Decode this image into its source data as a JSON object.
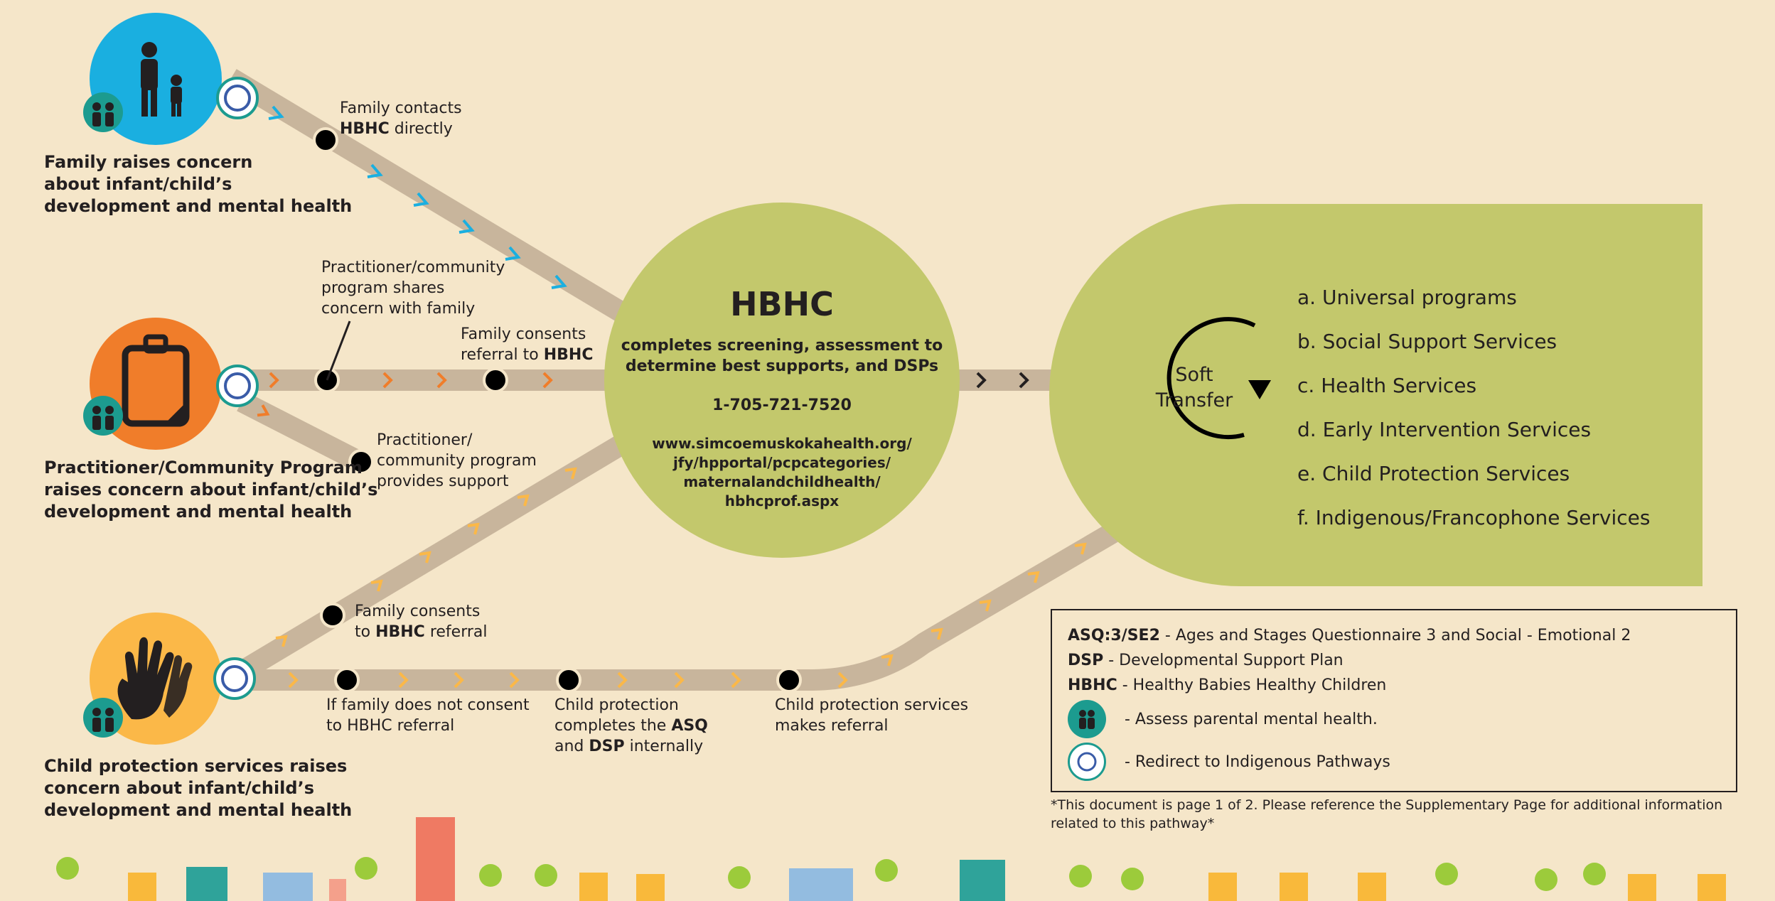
{
  "sources": {
    "family": {
      "lines": [
        "Family raises concern",
        "about infant/child’s",
        "development and mental health"
      ]
    },
    "practitioner": {
      "lines": [
        "Practitioner/Community Program",
        "raises concern about infant/child’s",
        "development and mental health"
      ]
    },
    "child_protection": {
      "lines": [
        "Child protection services raises",
        "concern about infant/child’s",
        "development and mental health"
      ]
    }
  },
  "steps": {
    "family_contacts": {
      "l1": "Family contacts",
      "bold": "HBHC",
      "rest": " directly"
    },
    "shares_concern": {
      "lines": [
        "Practitioner/community",
        "program shares",
        "concern with family"
      ]
    },
    "family_consents_referral": {
      "l1": "Family consents",
      "l2_pre": "referral to ",
      "bold": "HBHC"
    },
    "provides_support": {
      "lines": [
        "Practitioner/",
        "community program",
        "provides support"
      ]
    },
    "cp_family_consents": {
      "l1": "Family consents",
      "l2_pre": "to ",
      "bold": "HBHC",
      "l2_post": " referral"
    },
    "no_consent": {
      "lines": [
        "If family does not consent",
        "to HBHC referral"
      ]
    },
    "cp_completes": {
      "l1": "Child protection",
      "l2_pre": "completes the ",
      "bold1": "ASQ",
      "l3_pre": "and ",
      "bold2": "DSP",
      "l3_post": " internally"
    },
    "cp_makes_referral": {
      "lines": [
        "Child protection services",
        "makes referral"
      ]
    }
  },
  "hbhc": {
    "title": "HBHC",
    "desc_lines": [
      "completes screening, assessment to",
      "determine best supports, and DSPs"
    ],
    "phone": "1-705-721-7520",
    "url_lines": [
      "www.simcoemuskokahealth.org/",
      "jfy/hpportal/pcpcategories/",
      "maternalandchildhealth/",
      "hbhcprof.aspx"
    ]
  },
  "soft_transfer": {
    "l1": "Soft",
    "l2": "Transfer"
  },
  "services": [
    "a. Universal programs",
    "b. Social Support Services",
    "c. Health Services",
    "d. Early Intervention Services",
    "e. Child Protection Services",
    "f. Indigenous/Francophone Services"
  ],
  "legend": {
    "asq": {
      "term": "ASQ:3/SE2",
      "def": " - Ages and Stages Questionnaire 3 and Social - Emotional 2"
    },
    "dsp": {
      "term": "DSP",
      "def": " - Developmental Support Plan"
    },
    "hbhc": {
      "term": "HBHC",
      "def": " - Healthy Babies Healthy Children"
    },
    "parental": "- Assess parental mental health.",
    "indigenous": "- Redirect to Indigenous Pathways"
  },
  "footnote": "*This document is page 1 of 2. Please reference the Supplementary Page for additional information related to this pathway*",
  "colors": {
    "background": "#f5e6c9",
    "track": "#c8b59c",
    "green_circle": "#c3c86c",
    "blue": "#1aafe0",
    "orange": "#f07d2a",
    "yellow": "#fbb848",
    "teal": "#1c9b8f"
  }
}
